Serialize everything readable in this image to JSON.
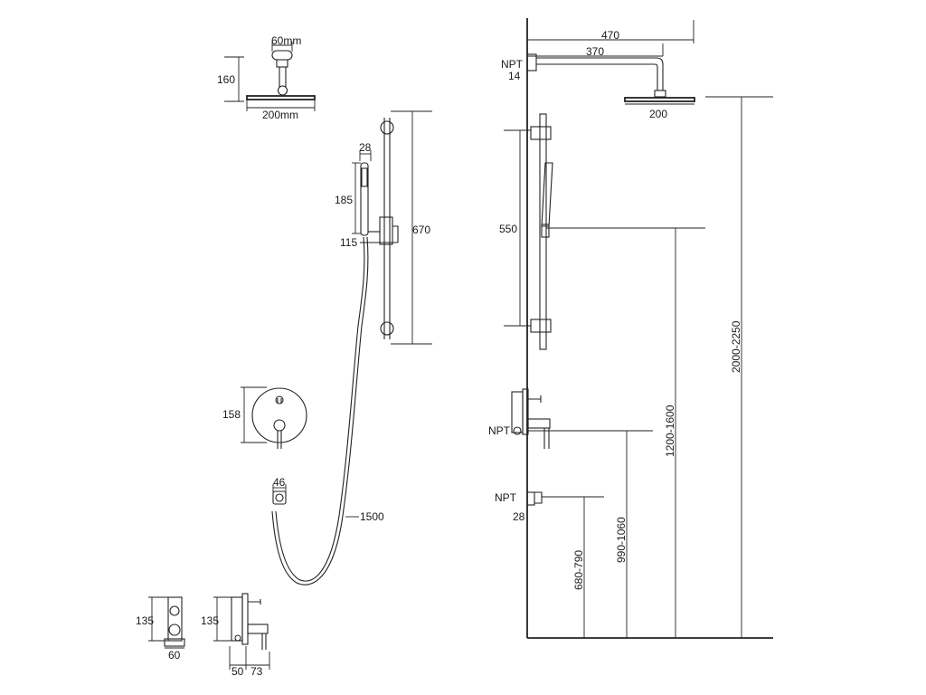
{
  "labels": {
    "head_width_arm": "60mm",
    "head_drop": "160",
    "head_diameter": "200mm",
    "handshower_width": "28",
    "handshower_length": "185",
    "handshower_offset": "115",
    "rail_length": "670",
    "valve_diameter": "158",
    "outlet_width": "46",
    "hose_length": "1500",
    "side_body_height": "135",
    "side_body_width": "60",
    "side_valve_height": "135",
    "side_depth_a": "50",
    "side_depth_b": "73",
    "arm_overall": "470",
    "arm_inner": "370",
    "npt_top": "NPT",
    "npt_top_size": "14",
    "head_side_diameter": "200",
    "slide_range": "550",
    "npt_valve": "NPT",
    "npt_spout": "NPT",
    "npt_spout_size": "28",
    "height_head": "2000-2250",
    "height_holder": "1200-1600",
    "height_valve": "990-1060",
    "height_spout": "680-790"
  }
}
